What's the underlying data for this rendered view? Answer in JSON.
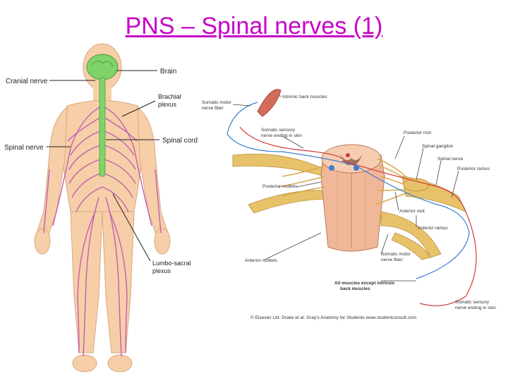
{
  "title": "PNS – Spinal nerves (1)",
  "left_labels": {
    "brain": "Brain",
    "cranial_nerve": "Cranial nerve",
    "brachial_plexus_1": "Brachial",
    "brachial_plexus_2": "plexus",
    "spinal_cord": "Spinal cord",
    "spinal_nerve": "Spinal nerve",
    "lumbosacral_1": "Lumbo-sacral",
    "lumbosacral_2": "plexus"
  },
  "right_labels": {
    "intrinsic_back_muscles": "Intrinsic back muscles",
    "somatic_motor_1": "Somatic motor",
    "somatic_motor_2": "nerve fiber",
    "somatic_sensory_1": "Somatic sensory",
    "somatic_sensory_2": "nerve ending in skin",
    "posterior_root": "Posterior root",
    "spinal_ganglion": "Spinal ganglion",
    "spinal_nerve": "Spinal nerve",
    "posterior_ramus": "Posterior ramus",
    "posterior_rootlets": "Posterior rootlets",
    "anterior_root": "Anterior root",
    "anterior_ramus": "Anterior ramus",
    "anterior_rootlets": "Anterior rootlets",
    "somatic_motor_b1": "Somatic motor",
    "somatic_motor_b2": "nerve fiber",
    "all_muscles_1": "All muscles except intrinsic",
    "all_muscles_2": "back muscles",
    "somatic_sensory_b1": "Somatic sensory",
    "somatic_sensory_b2": "nerve ending in skin",
    "credit": "© Elsevier Ltd. Drake et al: Gray's Anatomy for Students www.studentconsult.com"
  },
  "colors": {
    "title": "#c800c8",
    "skin": "#f6cfa8",
    "nerve": "#c05fb0",
    "cord": "#7fd36a",
    "spinal_tissue": "#f0b898",
    "rootlet": "#e8c26a",
    "motor_line": "#3b7fd0",
    "sensory_line": "#d03a3a",
    "muscle": "#d46a5a"
  }
}
